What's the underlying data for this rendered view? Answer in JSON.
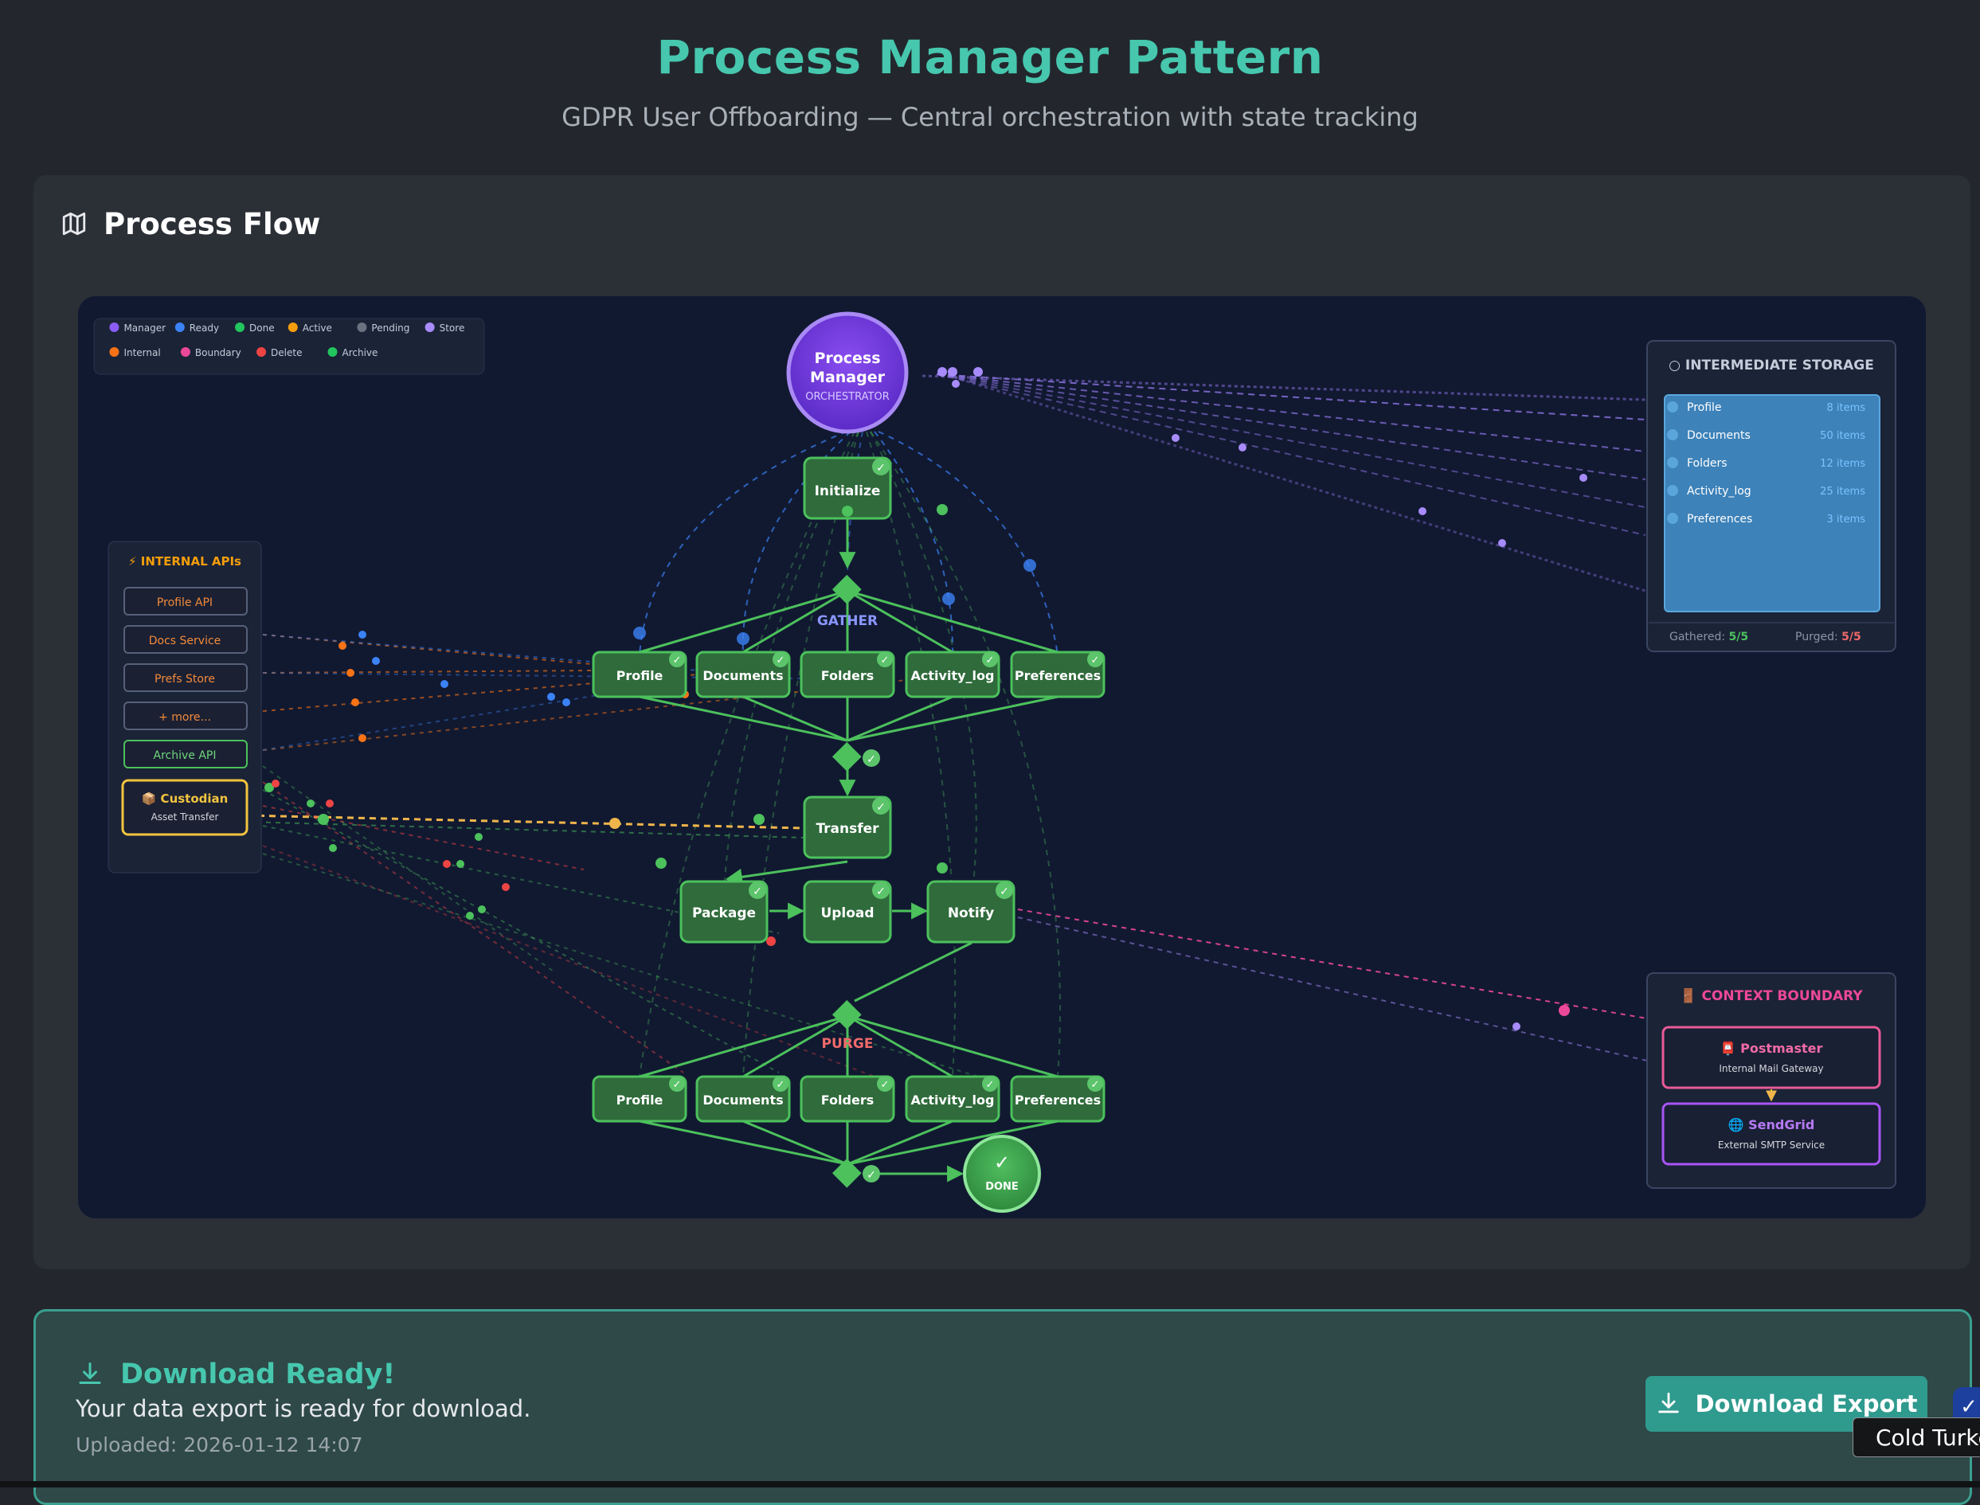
{
  "header": {
    "title": "Process Manager Pattern",
    "subtitle": "GDPR User Offboarding — Central orchestration with state tracking"
  },
  "flow": {
    "heading": "Process Flow",
    "heading_icon": "map-icon",
    "legend": [
      {
        "label": "Manager",
        "color": "#8b5cf6"
      },
      {
        "label": "Ready",
        "color": "#3b82f6"
      },
      {
        "label": "Done",
        "color": "#22c55e"
      },
      {
        "label": "Active",
        "color": "#f59e0b"
      },
      {
        "label": "Pending",
        "color": "#6b7280"
      },
      {
        "label": "Store",
        "color": "#a78bfa"
      },
      {
        "label": "Internal",
        "color": "#f97316"
      },
      {
        "label": "Boundary",
        "color": "#ec4899"
      },
      {
        "label": "Delete",
        "color": "#ef4444"
      },
      {
        "label": "Archive",
        "color": "#22c55e"
      }
    ],
    "manager": {
      "title_line1": "Process",
      "title_line2": "Manager",
      "subtitle": "ORCHESTRATOR"
    },
    "steps": {
      "initialize": "Initialize",
      "gather_label": "GATHER",
      "gather_items": [
        "Profile",
        "Documents",
        "Folders",
        "Activity_log",
        "Preferences"
      ],
      "transfer": "Transfer",
      "package": "Package",
      "upload": "Upload",
      "notify": "Notify",
      "purge_label": "PURGE",
      "purge_items": [
        "Profile",
        "Documents",
        "Folders",
        "Activity_log",
        "Preferences"
      ],
      "done": "DONE",
      "done_mark": "✓",
      "check_mark": "✓"
    },
    "internal_apis": {
      "title": "⚡ INTERNAL APIs",
      "items": [
        "Profile API",
        "Docs Service",
        "Prefs Store",
        "+ more...",
        "Archive API"
      ],
      "custodian_title": "📦 Custodian",
      "custodian_subtitle": "Asset Transfer"
    },
    "storage": {
      "title": "○ INTERMEDIATE STORAGE",
      "items": [
        {
          "name": "Profile",
          "count": "8 items"
        },
        {
          "name": "Documents",
          "count": "50 items"
        },
        {
          "name": "Folders",
          "count": "12 items"
        },
        {
          "name": "Activity_log",
          "count": "25 items"
        },
        {
          "name": "Preferences",
          "count": "3 items"
        }
      ],
      "gathered_label": "Gathered:",
      "gathered_value": "5/5",
      "purged_label": "Purged:",
      "purged_value": "5/5"
    },
    "boundary": {
      "title": "🚪 CONTEXT BOUNDARY",
      "postmaster_title": "📮 Postmaster",
      "postmaster_subtitle": "Internal Mail Gateway",
      "sendgrid_title": "🌐 SendGrid",
      "sendgrid_subtitle": "External SMTP Service"
    },
    "colors": {
      "node_fill": "#2f6b3b",
      "node_stroke": "#4cc15c",
      "edge": "#4cc15c",
      "manager": "#7c3aed",
      "canvas": "#111931"
    }
  },
  "download": {
    "title": "Download Ready!",
    "text": "Your data export is ready for download.",
    "uploaded": "Uploaded: 2026-01-12 14:07",
    "button_label": "Download Export",
    "icon": "download-icon"
  },
  "side_badge": "✓",
  "tooltip": "Cold Turkey"
}
